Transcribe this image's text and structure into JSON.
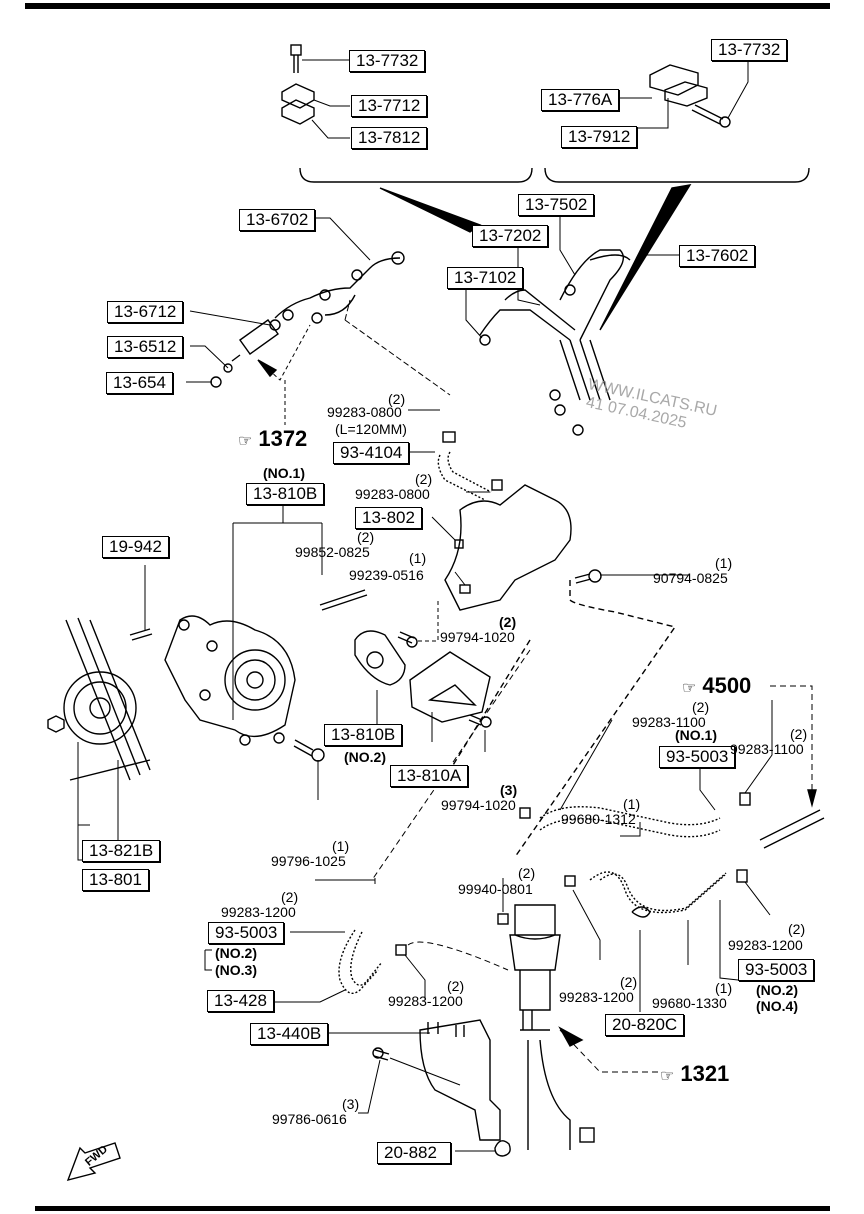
{
  "diagram": {
    "title": "Fuel injection system parts diagram",
    "part_labels": [
      {
        "id": "13-7732",
        "position": "top-left-detail"
      },
      {
        "id": "13-7712",
        "position": "top-left-detail"
      },
      {
        "id": "13-7812",
        "position": "top-left-detail"
      },
      {
        "id": "13-7732",
        "position": "top-right-detail"
      },
      {
        "id": "13-776A",
        "position": "top-right-detail"
      },
      {
        "id": "13-7912",
        "position": "top-right-detail"
      },
      {
        "id": "13-6702"
      },
      {
        "id": "13-7502"
      },
      {
        "id": "13-7202"
      },
      {
        "id": "13-7602"
      },
      {
        "id": "13-7102"
      },
      {
        "id": "13-6712"
      },
      {
        "id": "13-6512"
      },
      {
        "id": "13-654"
      },
      {
        "id": "93-4104"
      },
      {
        "id": "13-810B",
        "note": "(NO.1)"
      },
      {
        "id": "13-802"
      },
      {
        "id": "19-942"
      },
      {
        "id": "13-810B",
        "note": "(NO.2)"
      },
      {
        "id": "13-810A"
      },
      {
        "id": "93-5003",
        "note": "(NO.1)"
      },
      {
        "id": "13-821B"
      },
      {
        "id": "13-801"
      },
      {
        "id": "93-5003",
        "note_lines": [
          "(NO.2)",
          "(NO.3)"
        ]
      },
      {
        "id": "13-428"
      },
      {
        "id": "13-440B"
      },
      {
        "id": "20-820C"
      },
      {
        "id": "93-5003",
        "note_lines": [
          "(NO.2)",
          "(NO.4)"
        ]
      },
      {
        "id": "20-882"
      }
    ],
    "fasteners": [
      {
        "number": "99283-0800",
        "qty": "(2)",
        "extra": "(L=120MM)"
      },
      {
        "number": "99283-0800",
        "qty": "(2)"
      },
      {
        "number": "99852-0825",
        "qty": "(2)"
      },
      {
        "number": "99239-0516",
        "qty": "(1)"
      },
      {
        "number": "90794-0825",
        "qty": "(1)"
      },
      {
        "number": "99794-1020",
        "qty": "(2)"
      },
      {
        "number": "99794-1020",
        "qty": "(3)"
      },
      {
        "number": "99283-1100",
        "qty": "(2)"
      },
      {
        "number": "99283-1100",
        "qty": "(2)"
      },
      {
        "number": "99680-1312",
        "qty": "(1)"
      },
      {
        "number": "99796-1025",
        "qty": "(1)"
      },
      {
        "number": "99283-1200",
        "qty": "(2)"
      },
      {
        "number": "99940-0801",
        "qty": "(2)"
      },
      {
        "number": "99283-1200",
        "qty": "(2)"
      },
      {
        "number": "99283-1200",
        "qty": "(2)"
      },
      {
        "number": "99283-1200",
        "qty": "(2)"
      },
      {
        "number": "99680-1330",
        "qty": "(1)"
      },
      {
        "number": "99786-0616",
        "qty": "(3)"
      }
    ],
    "references": [
      "1372",
      "4500",
      "1321"
    ],
    "reference_icon": "pointing-hand-icon",
    "direction_marker": "FWD",
    "watermark": [
      "WWW.ILCATS.RU",
      "41 07.04.2025"
    ]
  }
}
